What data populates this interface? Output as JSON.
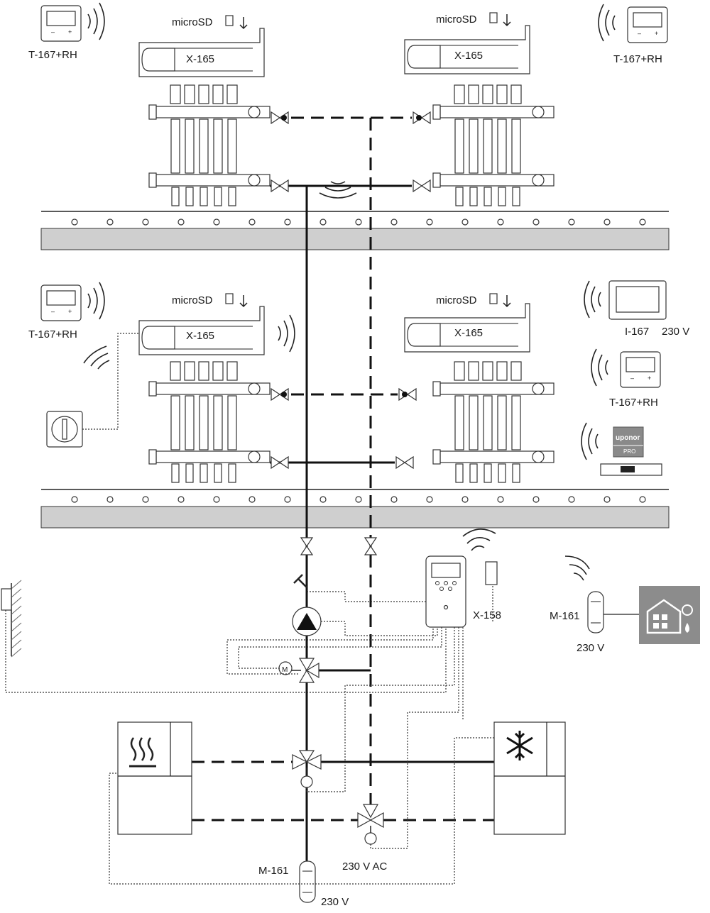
{
  "labels": {
    "microsd": "microSD",
    "controller": "X-165",
    "thermostat": "T-167+RH",
    "interface": "I-167",
    "interface_power": "230 V",
    "base_controller": "X-158",
    "module": "M-161",
    "module_power": "230 V",
    "valve_power": "230 V AC",
    "brand": "uponor",
    "brand_sub": "PRO"
  },
  "colors": {
    "pipe": "#111111",
    "floor": "#cfcfcf",
    "brand_bg": "#8a8a8a",
    "ventilation_bg": "#8c8c8c"
  },
  "icons": [
    "wireless-waves-icon",
    "sd-card-icon",
    "arrow-down-icon",
    "heating-icon",
    "snowflake-icon",
    "house-ventilation-icon",
    "pump-icon",
    "motor-icon",
    "valve-icon"
  ]
}
